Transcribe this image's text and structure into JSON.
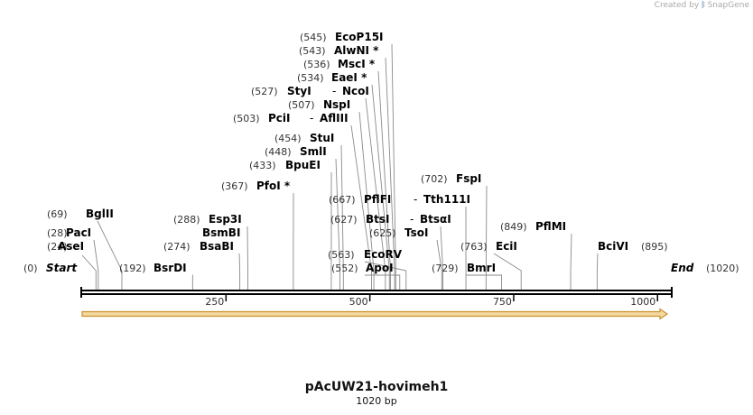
{
  "credit": {
    "text": "Created by",
    "brand": "SnapGene"
  },
  "map": {
    "name": "pAcUW21-hovimeh1",
    "length_label": "1020 bp",
    "total_bp": 1020,
    "start_label": "Start",
    "start_pos": "(0)",
    "end_label": "End",
    "end_pos": "(1020)",
    "ticks": [
      250,
      500,
      750,
      1000
    ],
    "feature": {
      "start": 0,
      "end": 1020,
      "fill": "#f5d8a0",
      "stroke": "#c8922d",
      "direction": "forward"
    }
  },
  "sites": [
    {
      "pos": 24,
      "pos_label": "(24)",
      "names": [
        "AseI"
      ]
    },
    {
      "pos": 28,
      "pos_label": "(28)",
      "names": [
        "PacI"
      ]
    },
    {
      "pos": 69,
      "pos_label": "(69)",
      "names": [
        "BglII"
      ]
    },
    {
      "pos": 192,
      "pos_label": "(192)",
      "names": [
        "BsrDI"
      ]
    },
    {
      "pos": 274,
      "pos_label": "(274)",
      "names": [
        "BsaBI"
      ]
    },
    {
      "pos": 288,
      "pos_label": "(288)",
      "names": [
        "Esp3I",
        "BsmBI"
      ]
    },
    {
      "pos": 367,
      "pos_label": "(367)",
      "names": [
        "PfoI *"
      ]
    },
    {
      "pos": 433,
      "pos_label": "(433)",
      "names": [
        "BpuEI"
      ]
    },
    {
      "pos": 448,
      "pos_label": "(448)",
      "names": [
        "SmlI"
      ]
    },
    {
      "pos": 454,
      "pos_label": "(454)",
      "names": [
        "StuI"
      ]
    },
    {
      "pos": 503,
      "pos_label": "(503)",
      "names": [
        "PciI",
        "AflIII"
      ]
    },
    {
      "pos": 507,
      "pos_label": "(507)",
      "names": [
        "NspI"
      ]
    },
    {
      "pos": 527,
      "pos_label": "(527)",
      "names": [
        "StyI",
        "NcoI"
      ]
    },
    {
      "pos": 534,
      "pos_label": "(534)",
      "names": [
        "EaeI *"
      ]
    },
    {
      "pos": 536,
      "pos_label": "(536)",
      "names": [
        "MscI *"
      ]
    },
    {
      "pos": 543,
      "pos_label": "(543)",
      "names": [
        "AlwNI *"
      ]
    },
    {
      "pos": 545,
      "pos_label": "(545)",
      "names": [
        "EcoP15I"
      ]
    },
    {
      "pos": 552,
      "pos_label": "(552)",
      "names": [
        "ApoI"
      ]
    },
    {
      "pos": 563,
      "pos_label": "(563)",
      "names": [
        "EcoRV"
      ]
    },
    {
      "pos": 625,
      "pos_label": "(625)",
      "names": [
        "TsoI"
      ]
    },
    {
      "pos": 627,
      "pos_label": "(627)",
      "names": [
        "BtsI",
        "BtsαI"
      ]
    },
    {
      "pos": 667,
      "pos_label": "(667)",
      "names": [
        "PflFI",
        "Tth111I"
      ]
    },
    {
      "pos": 702,
      "pos_label": "(702)",
      "names": [
        "FspI"
      ]
    },
    {
      "pos": 729,
      "pos_label": "(729)",
      "names": [
        "BmrI"
      ]
    },
    {
      "pos": 763,
      "pos_label": "(763)",
      "names": [
        "EciI"
      ]
    },
    {
      "pos": 849,
      "pos_label": "(849)",
      "names": [
        "PflMI"
      ]
    },
    {
      "pos": 895,
      "pos_label": "(895)",
      "names": [
        "BciVI"
      ]
    }
  ]
}
